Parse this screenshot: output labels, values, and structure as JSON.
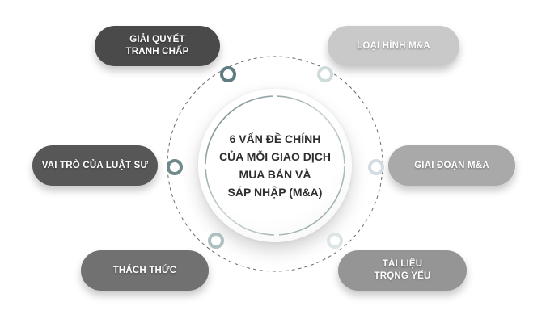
{
  "center": {
    "title": "6 VẤN ĐỀ CHÍNH\nCỦA MỖI GIAO DỊCH\nMUA BÁN VÀ\nSÁP NHẬP (M&A)"
  },
  "items": [
    {
      "label": "GIẢI QUYẾT\nTRANH CHẤP",
      "color": "#4a4a4a",
      "node_color": "#5f7d80"
    },
    {
      "label": "LOẠI HÌNH M&A",
      "color": "#c9c9c9",
      "node_color": "#cfdada"
    },
    {
      "label": "VAI TRÒ CỦA LUẬT SƯ",
      "color": "#575757",
      "node_color": "#6f8a8c"
    },
    {
      "label": "GIAI ĐOẠN M&A",
      "color": "#a9a9a9",
      "node_color": "#d3dce3"
    },
    {
      "label": "THÁCH THỨC",
      "color": "#717171",
      "node_color": "#aec0c0"
    },
    {
      "label": "TÀI LIỆU\nTRỌNG YẾU",
      "color": "#959595",
      "node_color": "#dce5e5"
    }
  ]
}
